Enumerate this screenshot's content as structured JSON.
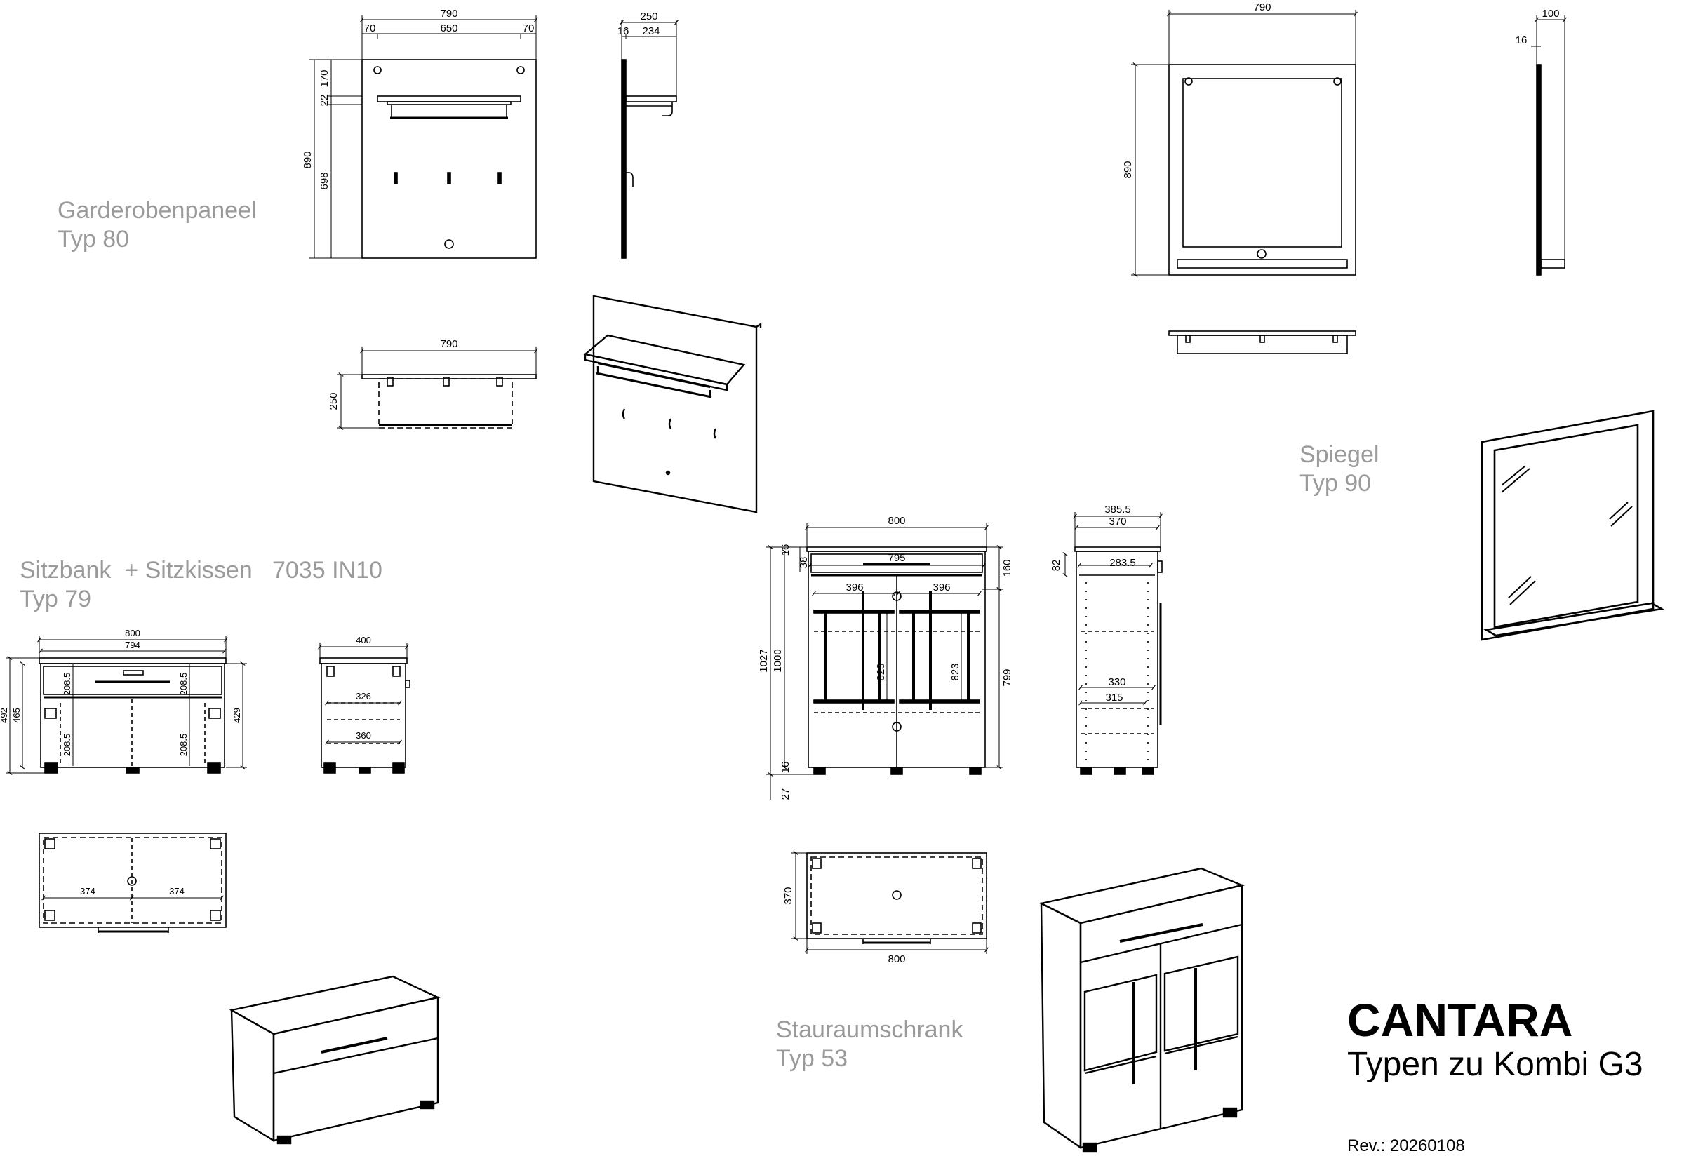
{
  "captions": {
    "panel_name": "Garderobenpaneel",
    "panel_type": "Typ 80",
    "mirror_name": "Spiegel",
    "mirror_type": "Typ 90",
    "bench_name": "Sitzbank  + Sitzkissen   7035 IN10",
    "bench_type": "Typ 79",
    "cabinet_name": "Stauraumschrank",
    "cabinet_type": "Typ 53"
  },
  "title": {
    "brand": "CANTARA",
    "subtitle": "Typen zu Kombi G3",
    "revision": "Rev.: 20260108"
  },
  "dimensions": {
    "panel_front": {
      "width": "790",
      "left_margin": "70",
      "inner": "650",
      "right_margin": "70",
      "height": "890",
      "top": "170",
      "rail": "22",
      "lower": "698"
    },
    "panel_side": {
      "depth": "250",
      "thickness": "16",
      "shelf": "234"
    },
    "panel_top": {
      "width": "790",
      "depth": "250"
    },
    "mirror_front": {
      "width": "790",
      "height": "890"
    },
    "mirror_side": {
      "depth": "100",
      "thickness": "16"
    },
    "bench_front": {
      "width": "800",
      "inner": "794",
      "height": "492",
      "body": "465",
      "drawer_left": "208.5",
      "drawer_right": "208.5",
      "lower_left": "208.5",
      "lower_right": "208.5",
      "side": "429"
    },
    "bench_side": {
      "depth": "400",
      "upper": "326",
      "lower": "360"
    },
    "bench_top": {
      "left": "374",
      "right": "374"
    },
    "cabinet_front": {
      "width": "800",
      "inner": "795",
      "door_left": "396",
      "door_right": "396",
      "total": "1027",
      "body": "1000",
      "top": "16",
      "drawer": "38",
      "drawer_zone": "160",
      "door_h_left": "823",
      "door_h_right": "823",
      "door_zone": "799",
      "bottom": "16",
      "feet": "27"
    },
    "cabinet_side": {
      "depth": "385.5",
      "body": "370",
      "drawer_d": "283.5",
      "drawer_h": "82",
      "shelf_1": "330",
      "shelf_2": "315"
    },
    "cabinet_top": {
      "depth": "370",
      "width": "800"
    }
  }
}
